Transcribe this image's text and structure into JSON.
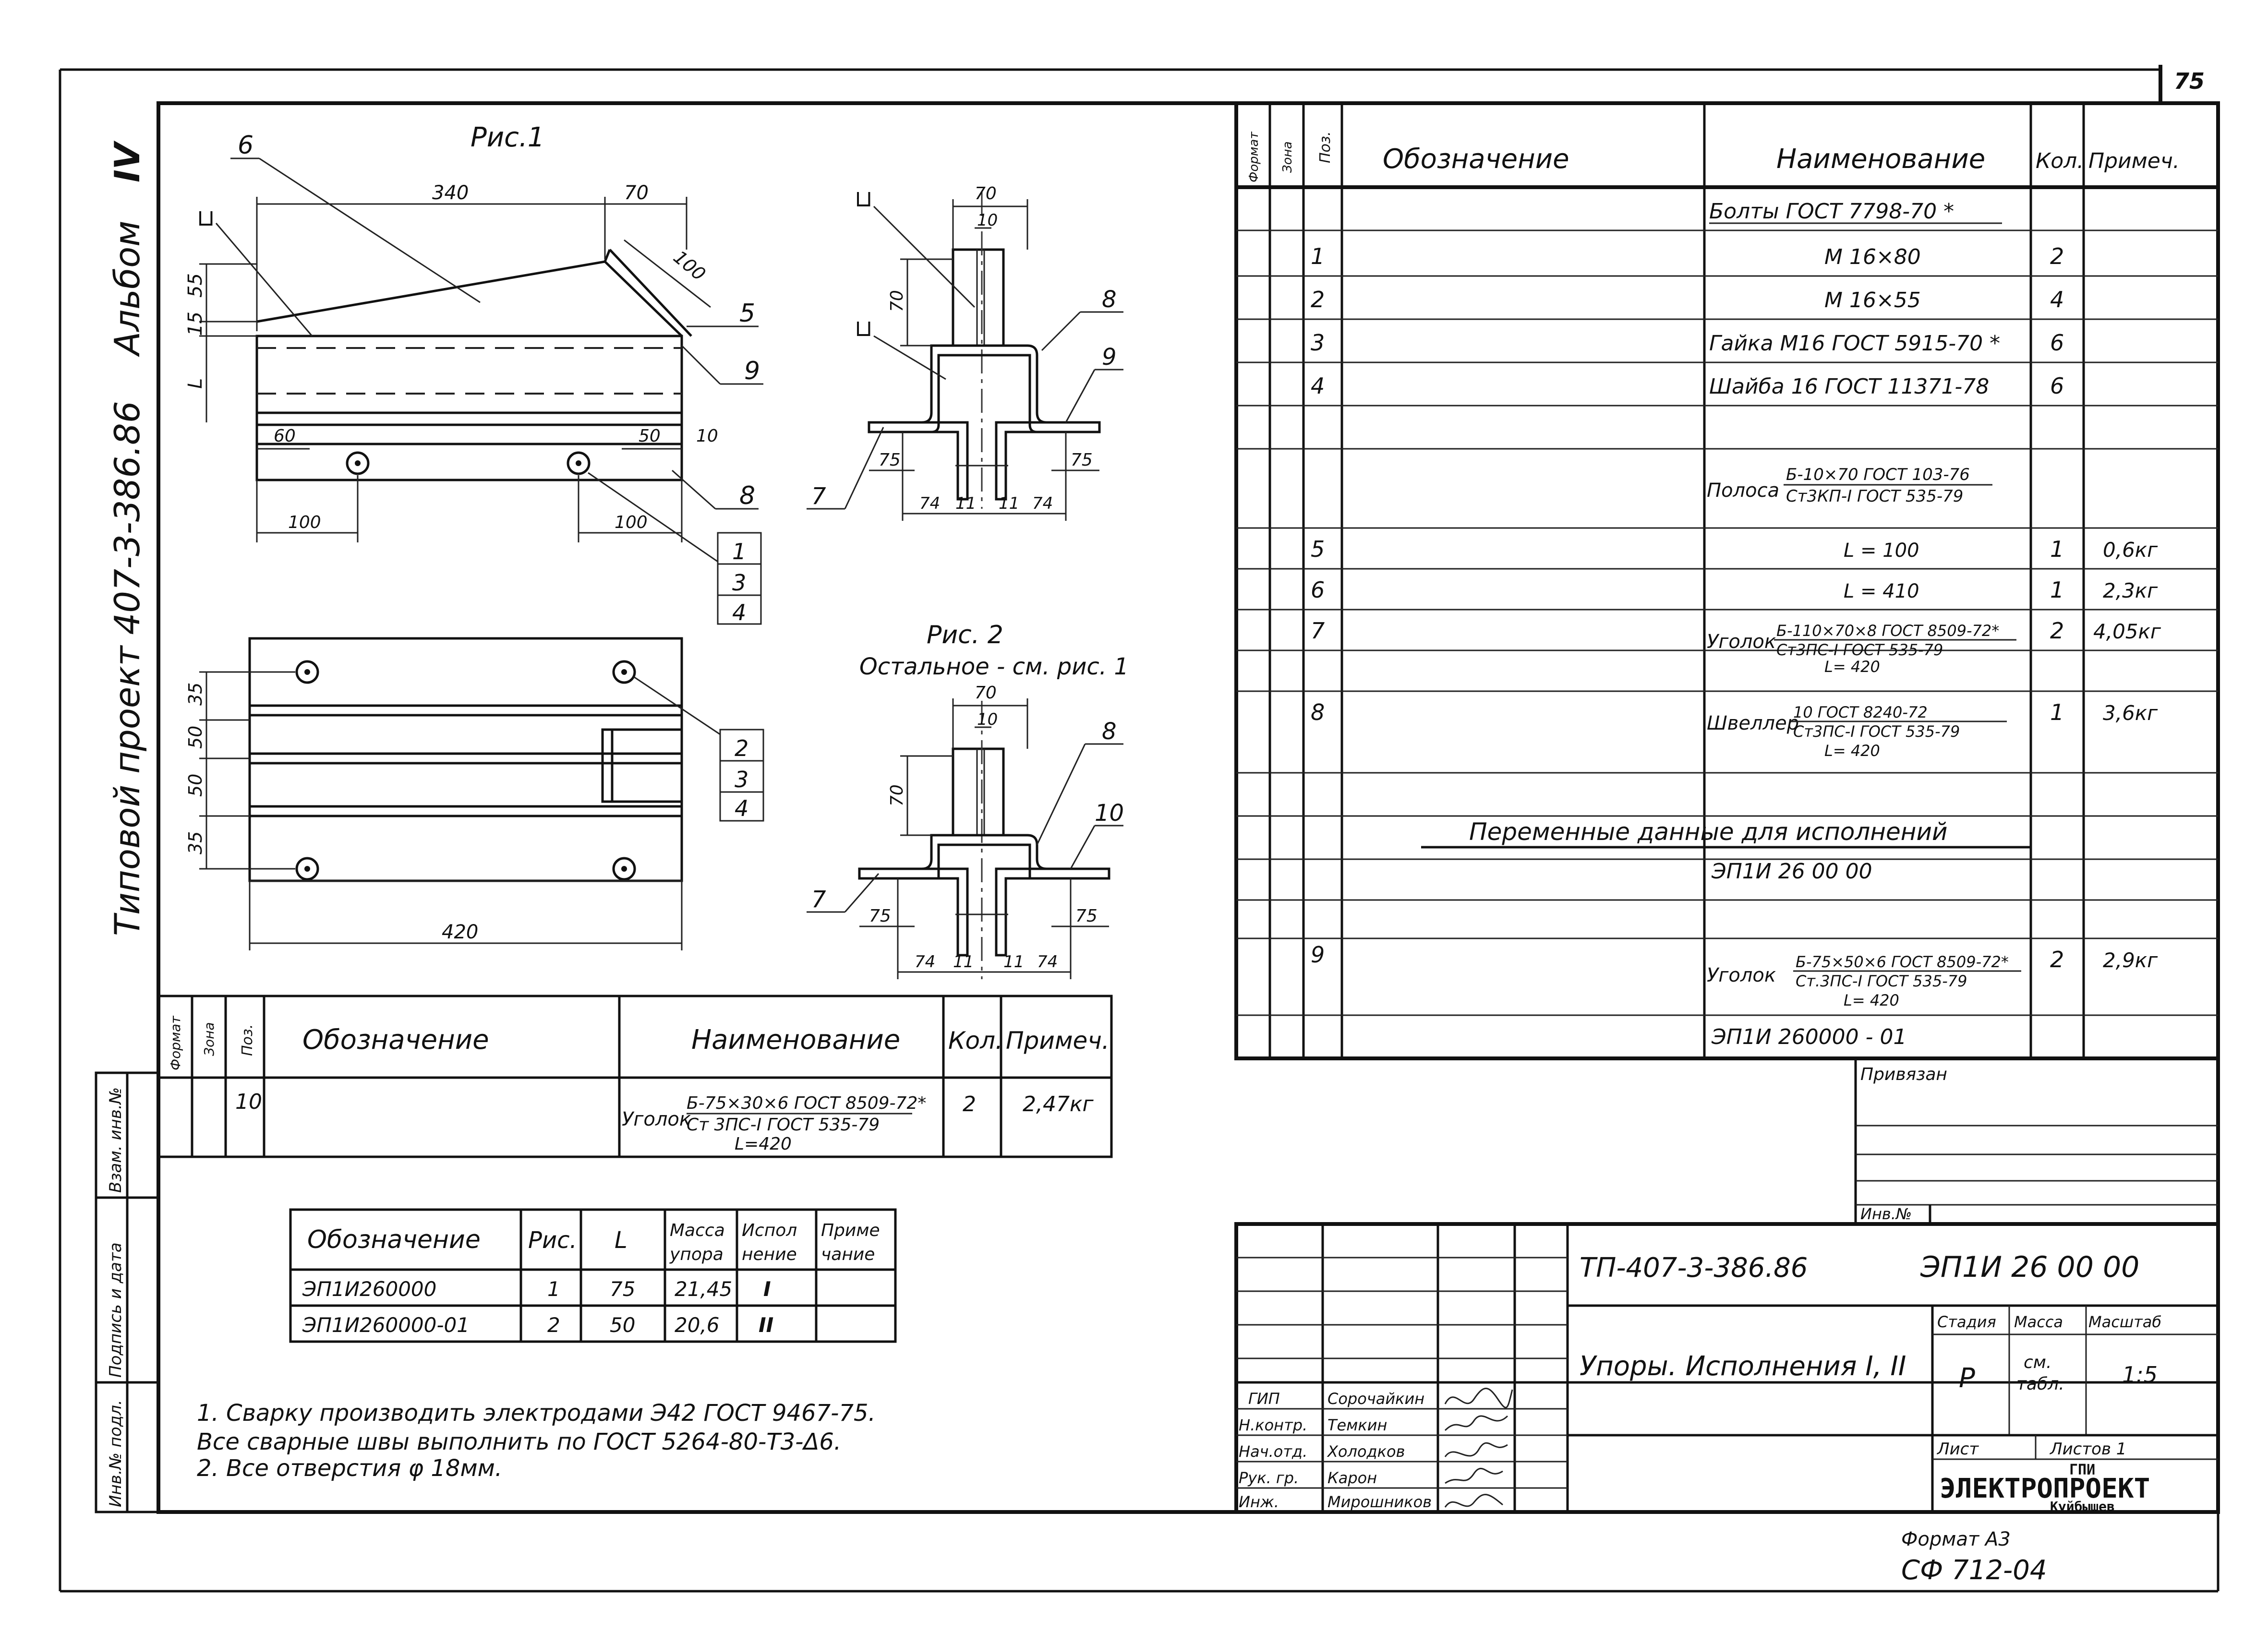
{
  "page_number": "75",
  "side": {
    "album_label": "Альбом",
    "album_num": "IV",
    "project": "Типовой проект  407-3-386.86",
    "vzam": "Взам. инв.№",
    "podpis": "Подпись и дата",
    "inv": "Инв.№ подл."
  },
  "fig1": {
    "title": "Рис.1",
    "dims": [
      "340",
      "70",
      "70",
      "10",
      "100",
      "55",
      "15",
      "L",
      "60",
      "50",
      "10",
      "100",
      "100",
      "75",
      "75",
      "74",
      "11",
      "11",
      "74"
    ],
    "callouts": [
      "6",
      "5",
      "9",
      "8",
      "1",
      "3",
      "4",
      "8",
      "9",
      "7"
    ],
    "u_mark": "⊔"
  },
  "plan": {
    "dims": [
      "35",
      "50",
      "50",
      "35",
      "420"
    ],
    "callouts": [
      "2",
      "3",
      "4"
    ]
  },
  "fig2": {
    "title": "Рис. 2",
    "subtitle": "Остальное - см. рис. 1",
    "dims": [
      "70",
      "10",
      "70",
      "75",
      "75",
      "74",
      "11",
      "11",
      "74"
    ],
    "callouts": [
      "8",
      "10",
      "7"
    ]
  },
  "small_spec": {
    "headers": [
      "Формат",
      "Зона",
      "Поз.",
      "Обозначение",
      "Наименование",
      "Кол.",
      "Примеч."
    ],
    "row": {
      "pos": "10",
      "name1": "Уголок",
      "name2": "Б-75×30×6 ГОСТ 8509-72*",
      "name3": "Ст 3ПС-I ГОСТ 535-79",
      "name4": "L=420",
      "qty": "2",
      "note": "2,47кг"
    }
  },
  "variants": {
    "headers": [
      "Обозначение",
      "Рис.",
      "L",
      "Масса",
      "упора",
      "Испол",
      "нение",
      "Приме",
      "чание"
    ],
    "rows": [
      {
        "code": "ЭП1И260000",
        "fig": "1",
        "L": "75",
        "mass": "21,45",
        "var": "I"
      },
      {
        "code": "ЭП1И260000-01",
        "fig": "2",
        "L": "50",
        "mass": "20,6",
        "var": "II"
      }
    ]
  },
  "notes": [
    "1. Сварку производить электродами Э42 ГОСТ 9467-75.",
    "Все сварные швы выполнить по ГОСТ 5264-80-Т3-Δ6.",
    "2. Все отверстия φ 18мм."
  ],
  "main_spec": {
    "headers": [
      "Формат",
      "Зона",
      "Поз.",
      "Обозначение",
      "Наименование",
      "Кол.",
      "Примеч."
    ],
    "rows": [
      {
        "pos": "",
        "name": "Болты  ГОСТ 7798-70 *",
        "qty": "",
        "note": ""
      },
      {
        "pos": "1",
        "name": "М 16×80",
        "qty": "2",
        "note": ""
      },
      {
        "pos": "2",
        "name": "М 16×55",
        "qty": "4",
        "note": ""
      },
      {
        "pos": "3",
        "name": "Гайка М16 ГОСТ 5915-70 *",
        "qty": "6",
        "note": ""
      },
      {
        "pos": "4",
        "name": "Шайба 16 ГОСТ 11371-78",
        "qty": "6",
        "note": ""
      }
    ],
    "polosa": {
      "label": "Полоса",
      "top": "Б-10×70 ГОСТ 103-76",
      "bottom": "Ст3КП-I ГОСТ 535-79"
    },
    "rows2": [
      {
        "pos": "5",
        "name": "L = 100",
        "qty": "1",
        "note": "0,6кг"
      },
      {
        "pos": "6",
        "name": "L = 410",
        "qty": "1",
        "note": "2,3кг"
      }
    ],
    "ugolok7": {
      "pos": "7",
      "label": "Уголок",
      "top": "Б-110×70×8 ГОСТ 8509-72*",
      "mid": "Ст3ПС-I ГОСТ 535-79",
      "bottom": "L= 420",
      "qty": "2",
      "note": "4,05кг"
    },
    "shveller8": {
      "pos": "8",
      "label": "Швеллер",
      "top": "10 ГОСТ 8240-72",
      "mid": "Ст3ПС-I ГОСТ 535-79",
      "bottom": "L= 420",
      "qty": "1",
      "note": "3,6кг"
    },
    "variable_title": "Переменные   данные  для  исполнений",
    "code1": "ЭП1И 26 00 00",
    "ugolok9": {
      "pos": "9",
      "label": "Уголок",
      "top": "Б-75×50×6 ГОСТ 8509-72*",
      "mid": "Ст.3ПС-I ГОСТ 535-79",
      "bottom": "L= 420",
      "qty": "2",
      "note": "2,9кг"
    },
    "code2": "ЭП1И 260000 - 01"
  },
  "privyazan": "Привязан",
  "inv_no": "Инв.№",
  "title_block": {
    "doc_code": "ТП-407-3-386.86",
    "doc_num": "ЭП1И 26 00 00",
    "title": "Упоры. Исполнения I, II",
    "stage_hdr": "Стадия",
    "mass_hdr": "Масса",
    "scale_hdr": "Масштаб",
    "stage": "Р",
    "mass1": "см.",
    "mass2": "табл.",
    "scale": "1:5",
    "sheet_hdr": "Лист",
    "sheets_hdr": "Листов 1",
    "org1": "ГПИ",
    "org2": "ЭЛЕКТРОПРОЕКТ",
    "org3": "Куйбышев",
    "roles": [
      {
        "role": "ГИП",
        "name": "Сорочайкин"
      },
      {
        "role": "Н.контр.",
        "name": "Темкин"
      },
      {
        "role": "Нач.отд.",
        "name": "Холодков"
      },
      {
        "role": "Рук. гр.",
        "name": "Карон"
      },
      {
        "role": "Инж.",
        "name": "Мирошников"
      }
    ]
  },
  "format": "Формат А3",
  "sf": "СФ 712-04"
}
